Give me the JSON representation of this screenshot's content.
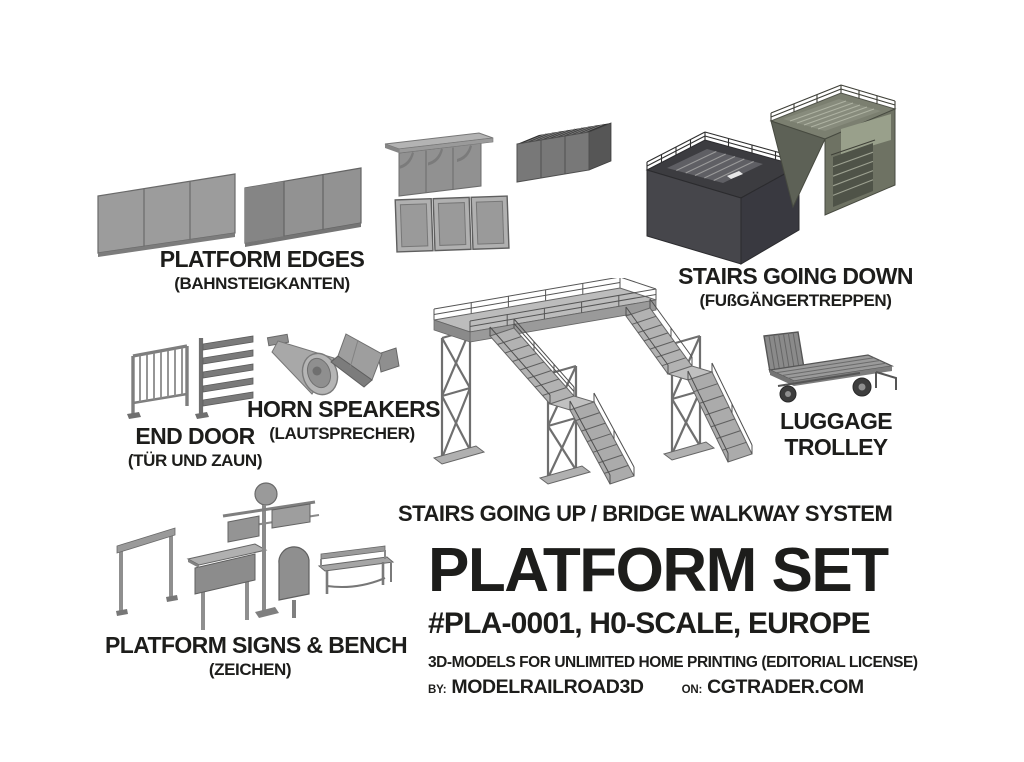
{
  "canvas": {
    "background": "#ffffff",
    "text_color": "#1d1d1b"
  },
  "items": {
    "platform_edges": {
      "label": "PLATFORM EDGES",
      "sublabel": "(BAHNSTEIGKANTEN)"
    },
    "stairs_down": {
      "label": "STAIRS GOING DOWN",
      "sublabel": "(FUßGÄNGERTREPPEN)"
    },
    "end_door": {
      "label": "END DOOR",
      "sublabel": "(TÜR UND ZAUN)"
    },
    "horn_speakers": {
      "label": "HORN SPEAKERS",
      "sublabel": "(LAUTSPRECHER)"
    },
    "luggage_trolley": {
      "line1": "LUGGAGE",
      "line2": "TROLLEY"
    },
    "bridge_walkway": {
      "label": "STAIRS GOING UP / BRIDGE WALKWAY SYSTEM"
    },
    "signs_bench": {
      "label": "PLATFORM SIGNS & BENCH",
      "sublabel": "(ZEICHEN)"
    }
  },
  "title_block": {
    "title": "PLATFORM SET",
    "subtitle": "#PLA-0001, H0-SCALE, EUROPE",
    "license": "3D-MODELS FOR UNLIMITED HOME PRINTING (EDITORIAL LICENSE)",
    "by_label": "BY:",
    "by_value": "MODELRAILROAD3D",
    "on_label": "ON:",
    "on_value": "CGTRADER.COM"
  },
  "colors": {
    "background": "#ffffff",
    "text": "#1d1d1b",
    "model_light": "#c2c2c2",
    "model_mid": "#9a9a9a",
    "model_dark": "#6f6f6f",
    "stairs_dark_unit": "#46464b",
    "stairs_olive_unit": "#6e7263",
    "outline": "#5a5a5a"
  }
}
